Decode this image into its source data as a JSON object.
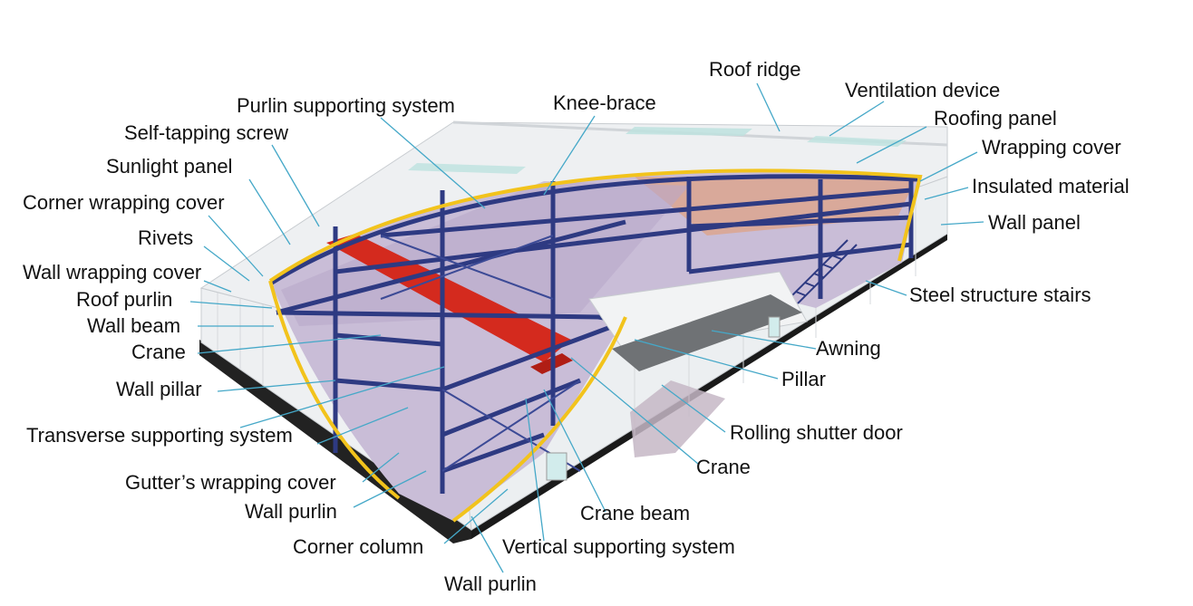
{
  "diagram": {
    "labels": {
      "roof_ridge": "Roof ridge",
      "ventilation_device": "Ventilation device",
      "roofing_panel": "Roofing panel",
      "wrapping_cover": "Wrapping cover",
      "insulated_material": "Insulated material",
      "wall_panel": "Wall panel",
      "steel_structure_stairs": "Steel structure stairs",
      "purlin_supporting_system": "Purlin supporting system",
      "knee_brace": "Knee-brace",
      "self_tapping_screw": "Self-tapping screw",
      "sunlight_panel": "Sunlight panel",
      "corner_wrapping_cover": "Corner wrapping cover",
      "rivets": "Rivets",
      "wall_wrapping_cover": "Wall wrapping cover",
      "roof_purlin": "Roof purlin",
      "wall_beam": "Wall beam",
      "crane_left": "Crane",
      "wall_pillar": "Wall pillar",
      "transverse_supporting_system": "Transverse supporting system",
      "gutters_wrapping_cover": "Gutter’s wrapping cover",
      "wall_purlin_left": "Wall purlin",
      "corner_column": "Corner column",
      "wall_purlin_bottom": "Wall purlin",
      "vertical_supporting_system": "Vertical supporting system",
      "crane_beam": "Crane beam",
      "crane_right": "Crane",
      "rolling_shutter_door": "Rolling shutter door",
      "pillar": "Pillar",
      "awning": "Awning"
    },
    "colors": {
      "steel_frame": "#2e3a82",
      "crane": "#d42a1e",
      "cut_outline": "#f2c31c",
      "leader_line": "#45a8c8",
      "wall_panel": "#eef0f2",
      "roof_panel": "#e8ebee",
      "skylight": "#bfe3e0",
      "floor": "#b9a9c9",
      "base": "#1a1a1a",
      "upper_floor": "#d9a99a"
    }
  }
}
